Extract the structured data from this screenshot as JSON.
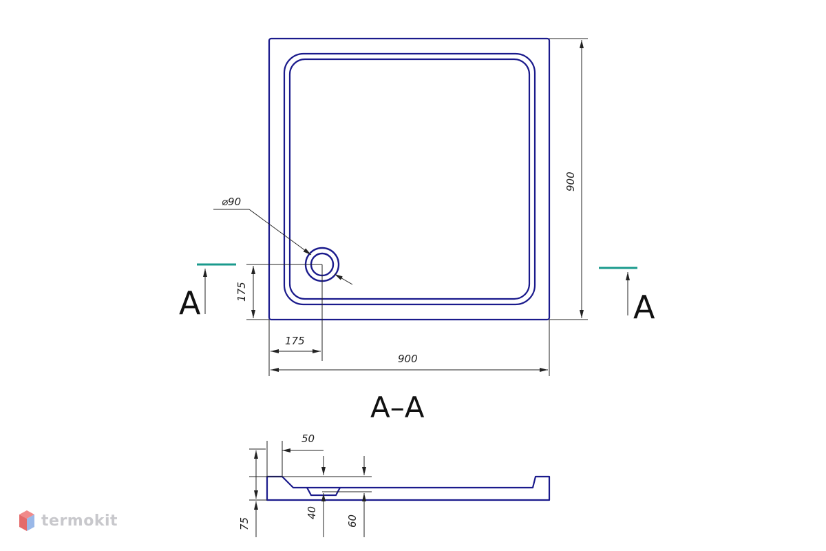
{
  "colors": {
    "outline": "#1a1a8c",
    "dimension": "#222222",
    "section_marker": "#1a9a8c"
  },
  "plan_view": {
    "overall_height_label": "900",
    "overall_width_label": "900",
    "drain_diameter_label": "⌀90",
    "drain_offset_y_label": "175",
    "drain_offset_x_label": "175",
    "section_mark_left": "A",
    "section_mark_right": "A"
  },
  "section_view": {
    "title": "A–A",
    "rim_width_label": "50",
    "total_height_label": "75",
    "drain_depth_label": "40",
    "base_height_label": "60"
  },
  "watermark": {
    "brand": "termokit",
    "icon": "cube-logo-icon"
  }
}
